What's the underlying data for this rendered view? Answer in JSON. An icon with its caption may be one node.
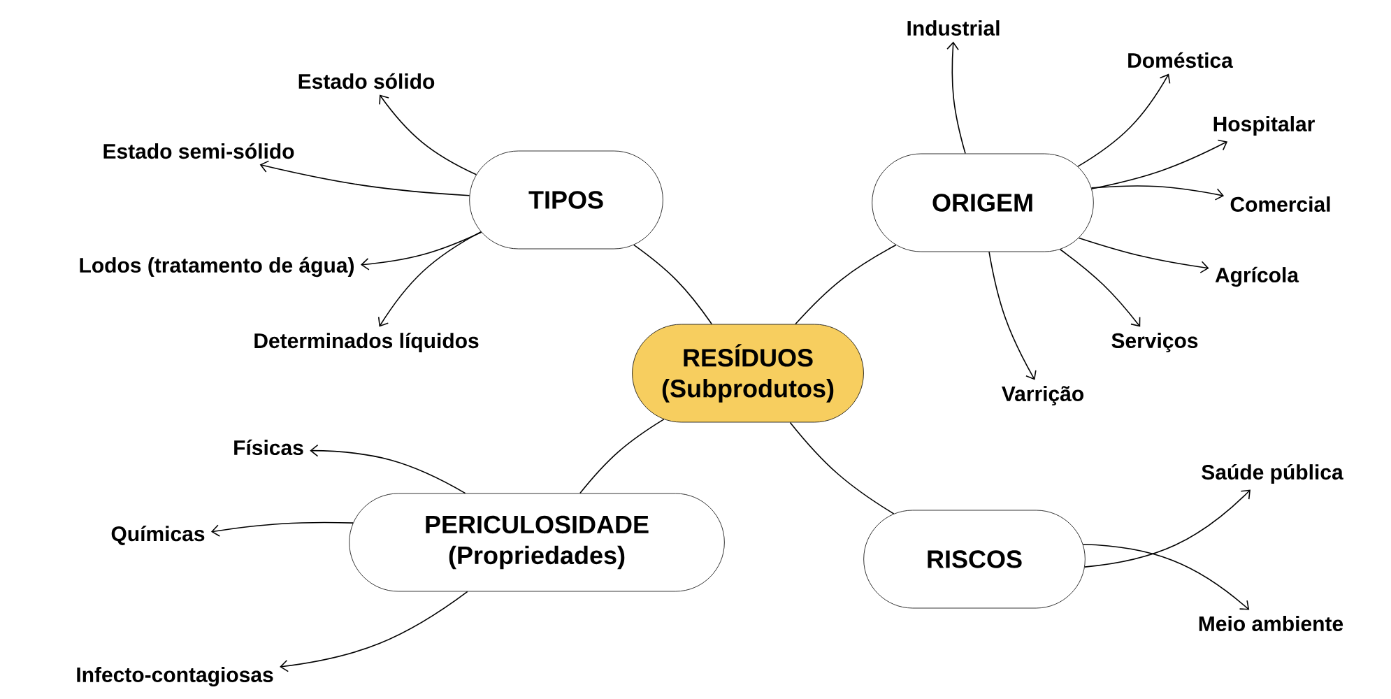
{
  "diagram": {
    "nodes": [
      {
        "text": [
          "RESÍDUOS (Subprodutos)"
        ]
      },
      {
        "text": [
          "TIPOS"
        ]
      },
      {
        "text": [
          "Estado sólido"
        ]
      },
      {
        "text": [
          "Estado semi-sólido"
        ]
      },
      {
        "text": [
          "Lodos (tratamento de água)"
        ]
      },
      {
        "text": [
          "Determinados líquidos"
        ]
      },
      {
        "text": [
          "ORIGEM"
        ]
      },
      {
        "text": [
          "Industrial"
        ]
      },
      {
        "text": [
          "Doméstica"
        ]
      },
      {
        "text": [
          "Hospitalar"
        ]
      },
      {
        "text": [
          "Comercial"
        ]
      },
      {
        "text": [
          "Agrícola"
        ]
      },
      {
        "text": [
          "Serviços"
        ]
      },
      {
        "text": [
          "Varrição"
        ]
      },
      {
        "text": [
          "PERICULOSIDADE (Propriedades)"
        ]
      },
      {
        "text": [
          "Físicas"
        ]
      },
      {
        "text": [
          "Químicas"
        ]
      },
      {
        "text": [
          "Infecto-contagiosas"
        ]
      },
      {
        "text": [
          "RISCOS"
        ]
      },
      {
        "text": [
          "Saúde pública"
        ]
      },
      {
        "text": [
          "Meio ambiente"
        ]
      }
    ],
    "edges": [
      {
        "from": 0,
        "to": 1,
        "arrow": "none"
      },
      {
        "from": 0,
        "to": 6,
        "arrow": "none"
      },
      {
        "from": 0,
        "to": 14,
        "arrow": "none"
      },
      {
        "from": 0,
        "to": 18,
        "arrow": "none"
      },
      {
        "from": 1,
        "to": 2,
        "arrow": "to"
      },
      {
        "from": 1,
        "to": 3,
        "arrow": "to"
      },
      {
        "from": 1,
        "to": 4,
        "arrow": "to"
      },
      {
        "from": 1,
        "to": 5,
        "arrow": "to"
      },
      {
        "from": 6,
        "to": 7,
        "arrow": "to"
      },
      {
        "from": 6,
        "to": 8,
        "arrow": "to"
      },
      {
        "from": 6,
        "to": 9,
        "arrow": "to"
      },
      {
        "from": 6,
        "to": 10,
        "arrow": "to"
      },
      {
        "from": 6,
        "to": 11,
        "arrow": "to"
      },
      {
        "from": 6,
        "to": 12,
        "arrow": "to"
      },
      {
        "from": 6,
        "to": 13,
        "arrow": "to"
      },
      {
        "from": 14,
        "to": 15,
        "arrow": "to"
      },
      {
        "from": 14,
        "to": 16,
        "arrow": "to"
      },
      {
        "from": 14,
        "to": 17,
        "arrow": "to"
      },
      {
        "from": 18,
        "to": 19,
        "arrow": "to"
      },
      {
        "from": 18,
        "to": 20,
        "arrow": "to"
      }
    ]
  }
}
